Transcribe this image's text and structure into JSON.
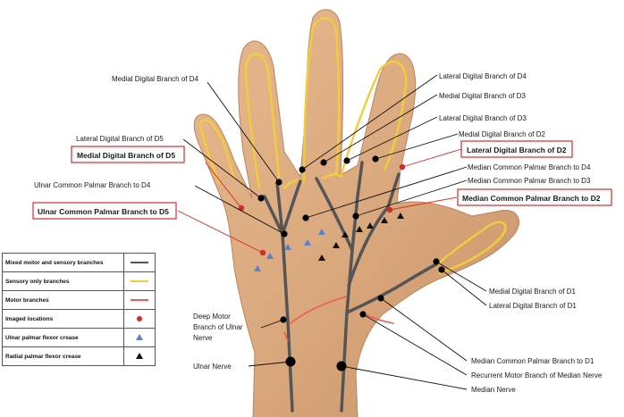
{
  "colors": {
    "mixed": "#555555",
    "sensory": "#f1cd3b",
    "motor": "#ee5a5a",
    "imaged": "#d42a2a",
    "ulnar_crease": "#5b7fd1",
    "radial_crease": "#111111",
    "box_border": "#d42a2a"
  },
  "labels": {
    "medial_d4": "Medial Digital Branch of D4",
    "lateral_d4": "Lateral Digital Branch of D4",
    "medial_d3": "Medial Digital Branch of D3",
    "lateral_d3": "Lateral Digital Branch of D3",
    "medial_d2": "Medial Digital Branch of D2",
    "lateral_d5": "Lateral Digital Branch of D5",
    "medial_d5": "Medial Digital Branch of D5",
    "lateral_d2": "Lateral Digital Branch of D2",
    "median_cpb_d4": "Median Common Palmar Branch to D4",
    "ulnar_cpb_d4": "Ulnar Common Palmar Branch to D4",
    "median_cpb_d3": "Median Common Palmar Branch to D3",
    "ulnar_cpb_d5": "Ulnar Common Palmar Branch to D5",
    "median_cpb_d2": "Median Common Palmar Branch to D2",
    "medial_d1": "Medial Digital Branch of D1",
    "lateral_d1": "Lateral Digital Branch of D1",
    "deep_motor_1": "Deep Motor",
    "deep_motor_2": "Branch of Ulnar",
    "deep_motor_3": "Nerve",
    "ulnar_nerve": "Ulnar Nerve",
    "median_cpb_d1": "Median Common Palmar Branch to D1",
    "recurrent_motor": "Recurrent Motor Branch of Median Nerve",
    "median_nerve": "Median Nerve"
  },
  "legend": [
    {
      "label": "Mixed motor and sensory branches",
      "symbol": "line-gray"
    },
    {
      "label": "Sensory only branches",
      "symbol": "line-yellow"
    },
    {
      "label": "Motor branches",
      "symbol": "line-red"
    },
    {
      "label": "Imaged locations",
      "symbol": "red-dot"
    },
    {
      "label": "Ulnar palmar flexor crease",
      "symbol": "blue-triangle"
    },
    {
      "label": "Radial palmar flexor crease",
      "symbol": "black-triangle"
    }
  ]
}
